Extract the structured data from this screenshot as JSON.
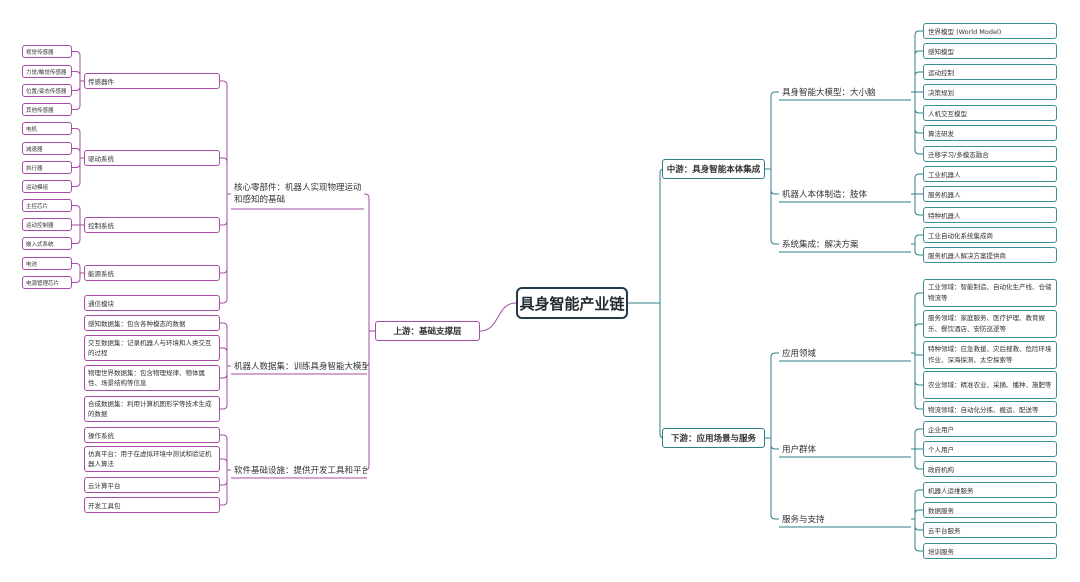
{
  "root": "具身智能产业链",
  "upstream": {
    "title": "上游：基础支撑层",
    "groups": [
      {
        "label": "核心零部件：机器人实现物理运动和感知的基础",
        "children": [
          {
            "label": "传感器件",
            "children": [
              "视觉传感器",
              "力觉/触觉传感器",
              "位置/姿态传感器",
              "其他传感器"
            ]
          },
          {
            "label": "驱动系统",
            "children": [
              "电机",
              "减速器",
              "执行器",
              "运动模组"
            ]
          },
          {
            "label": "控制系统",
            "children": [
              "主控芯片",
              "运动控制器",
              "嵌入式系统"
            ]
          },
          {
            "label": "能源系统",
            "children": [
              "电池",
              "电源管理芯片"
            ]
          },
          {
            "label": "通信模块",
            "children": []
          }
        ]
      },
      {
        "label": "机器人数据集：训练具身智能大模型",
        "children": [
          {
            "label": "感知数据集：包含各种模态的数据",
            "children": []
          },
          {
            "label": "交互数据集：记录机器人与环境和人类交互的过程",
            "children": []
          },
          {
            "label": "物理世界数据集：包含物理规律、物体属性、场景结构等信息",
            "children": []
          },
          {
            "label": "合成数据集：利用计算机图形学等技术生成的数据",
            "children": []
          }
        ]
      },
      {
        "label": "软件基础设施：提供开发工具和平台",
        "children": [
          {
            "label": "操作系统",
            "children": []
          },
          {
            "label": "仿真平台：用于在虚拟环境中测试和验证机器人算法",
            "children": []
          },
          {
            "label": "云计算平台",
            "children": []
          },
          {
            "label": "开发工具包",
            "children": []
          }
        ]
      }
    ]
  },
  "midstream": {
    "title": "中游：具身智能本体集成",
    "groups": [
      {
        "label": "具身智能大模型：大小脑",
        "children": [
          "世界模型 (World Model)",
          "感知模型",
          "运动控制",
          "决策规划",
          "人机交互模型",
          "算法研发",
          "迁移学习/多模态融合"
        ]
      },
      {
        "label": "机器人本体制造：肢体",
        "children": [
          "工业机器人",
          "服务机器人",
          "特种机器人"
        ]
      },
      {
        "label": "系统集成：解决方案",
        "children": [
          "工业自动化系统集成商",
          "服务机器人解决方案提供商"
        ]
      }
    ]
  },
  "downstream": {
    "title": "下游：应用场景与服务",
    "groups": [
      {
        "label": "应用领域",
        "children": [
          "工业领域：智能制造、自动化生产线、仓储物流等",
          "服务领域：家庭服务、医疗护理、教育娱乐、餐饮酒店、安防巡逻等",
          "特种领域：应急救援、灾后搜救、危险环境作业、深海探测、太空探索等",
          "农业领域：精准农业、采摘、播种、施肥等",
          "物流领域：自动化分拣、搬运、配送等"
        ]
      },
      {
        "label": "用户群体",
        "children": [
          "企业用户",
          "个人用户",
          "政府机构"
        ]
      },
      {
        "label": "服务与支持",
        "children": [
          "机器人运维服务",
          "数据服务",
          "云平台服务",
          "培训服务"
        ]
      }
    ]
  },
  "colors": {
    "upstream": "#a64ca6",
    "downstream": "#2f7f89",
    "root": "#1f3b4d"
  }
}
